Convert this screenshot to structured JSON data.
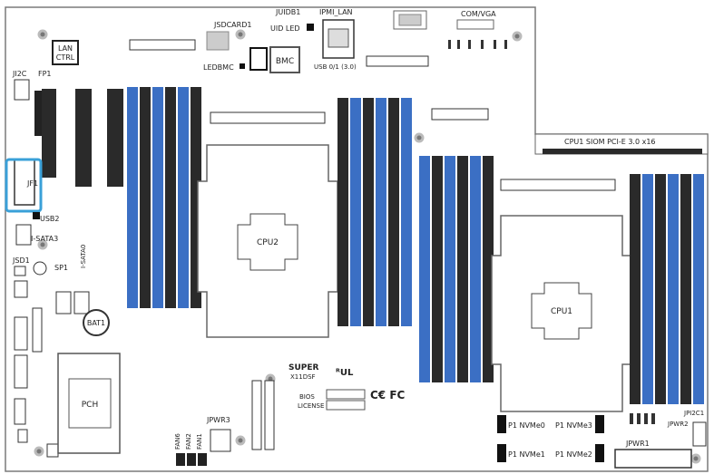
{
  "labels": {
    "sdcard": "JSDCARD1",
    "uid_switch": "JUIDB1",
    "uid_led": "UID LED",
    "ipmi_lan": "IPMI_LAN",
    "com_vga": "COM/VGA",
    "lan_ctrl_1": "LAN",
    "lan_ctrl_2": "CTRL",
    "ledbmc": "LEDBMC",
    "bmc": "BMC",
    "usb": "USB 0/1 (3.0)",
    "j12c": "JI2C",
    "fp1": "FP1",
    "jf1": "JF1",
    "usb2": "USB2",
    "isata3": "I-SATA3",
    "jsd1": "JSD1",
    "sp1": "SP1",
    "isata": "I-SATA0",
    "bat": "BAT1",
    "pch": "PCH",
    "cpu1_siom": "CPU1 SIOM PCI-E 3.0 x16",
    "cpu2": "CPU2",
    "cpu1": "CPU1",
    "super": "SUPER",
    "model": "X11DSF",
    "cefc": "C€ FC",
    "jpwr3": "JPWR3",
    "p1_nvme0": "P1 NVMe0",
    "p1_nvme1": "P1 NVMe1",
    "p1_nvme3": "P1 NVMe3",
    "p1_nvme2": "P1 NVMe2",
    "jpwr1": "JPWR1",
    "jpwr2": "JPWR2",
    "jpi2c1": "JPI2C1",
    "fan6": "FAN6",
    "fan2": "FAN2",
    "fan1": "FAN1",
    "bios": "BIOS",
    "license": "LICENSE"
  },
  "colors": {
    "dimm_blue": "#3b6fc4",
    "dimm_black": "#2a2a2a",
    "highlight": "#3aa0d8",
    "board_line": "#7a7a7a"
  }
}
